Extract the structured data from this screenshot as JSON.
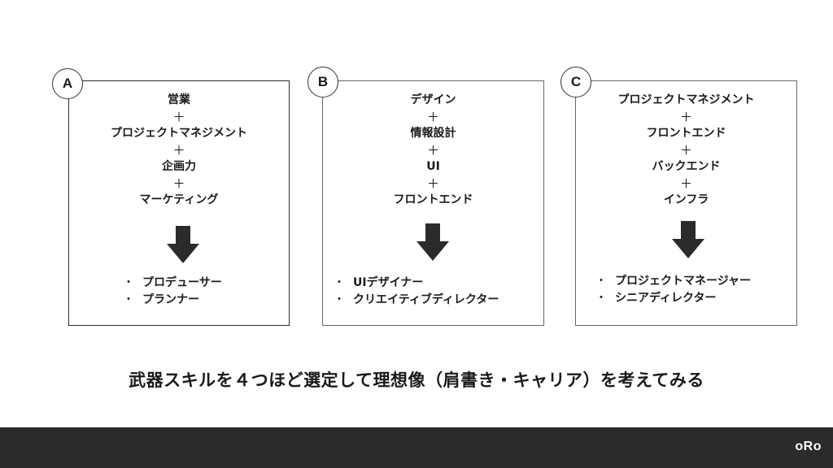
{
  "cards": [
    {
      "badge": "A",
      "lines": [
        "営業",
        "＋",
        "プロジェクトマネジメント",
        "＋",
        "企画力",
        "＋",
        "マーケティング"
      ],
      "roles": [
        "プロデューサー",
        "プランナー"
      ]
    },
    {
      "badge": "B",
      "lines": [
        "デザイン",
        "＋",
        "情報設計",
        "＋",
        "UI",
        "＋",
        "フロントエンド"
      ],
      "roles": [
        "UIデザイナー",
        "クリエイティブディレクター"
      ]
    },
    {
      "badge": "C",
      "lines": [
        "プロジェクトマネジメント",
        "＋",
        "フロントエンド",
        "＋",
        "バックエンド",
        "＋",
        "インフラ"
      ],
      "roles": [
        "プロジェクトマネージャー",
        "シニアディレクター"
      ]
    }
  ],
  "bullet_glyph": "・",
  "caption": "武器スキルを４つほど選定して理想像（肩書き・キャリア）を考えてみる",
  "footer": {
    "logo": "oRo"
  },
  "colors": {
    "footer_bg": "#2b2b2b",
    "arrow": "#2b2b2b",
    "border": "#333333"
  }
}
